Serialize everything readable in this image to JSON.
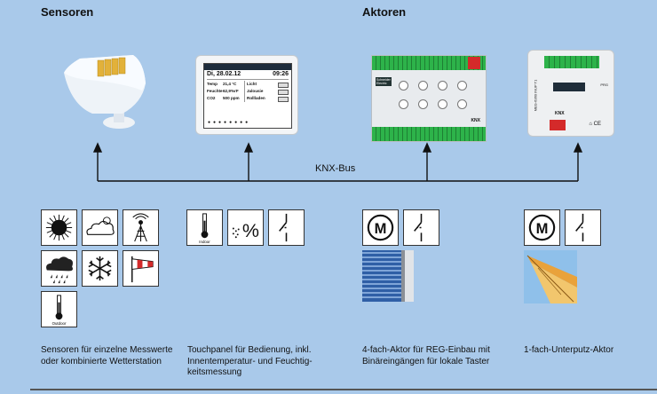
{
  "headers": {
    "sensors": "Sensoren",
    "actuators": "Aktoren"
  },
  "bus": {
    "label": "KNX-Bus"
  },
  "touchpanel": {
    "date": "Di, 28.02.12",
    "time": "09:26",
    "rows": [
      {
        "name": "Temp",
        "value": "21,4 °C",
        "control": "Licht"
      },
      {
        "name": "Feuchte",
        "value": "62,9%rF",
        "control": "Jalousie"
      },
      {
        "name": "CO2",
        "value": "500 ppm",
        "control": "Rollladen"
      }
    ]
  },
  "icons": {
    "indoor": "Indoor",
    "outdoor": "Outdoor",
    "percent": "%",
    "motor": "M"
  },
  "device_labels": {
    "actuator_brand": "Schneider Electric",
    "actuator_knx": "KNX",
    "flush_model": "MEG-6360 INUP T1",
    "flush_knx": "KNX",
    "flush_prg": "PRG"
  },
  "captions": {
    "sensors": "Sensoren für einzelne Messwerte\noder kombinierte Wetterstation",
    "touchpanel": "Touchpanel für Bedienung, inkl.\nInnentemperatur- und Feuchtig-\nkeitsmessung",
    "actor4": "4-fach-Aktor für REG-Einbau mit\nBinäreingängen für lokale Taster",
    "actor1": "1-fach-Unterputz-Aktor"
  },
  "colors": {
    "background": "#a9c9ea",
    "led_green": "#2db34a",
    "relay_red": "#d42a2a",
    "blind_blue": "#2f5fa6",
    "awning_orange": "#e9a23b"
  }
}
